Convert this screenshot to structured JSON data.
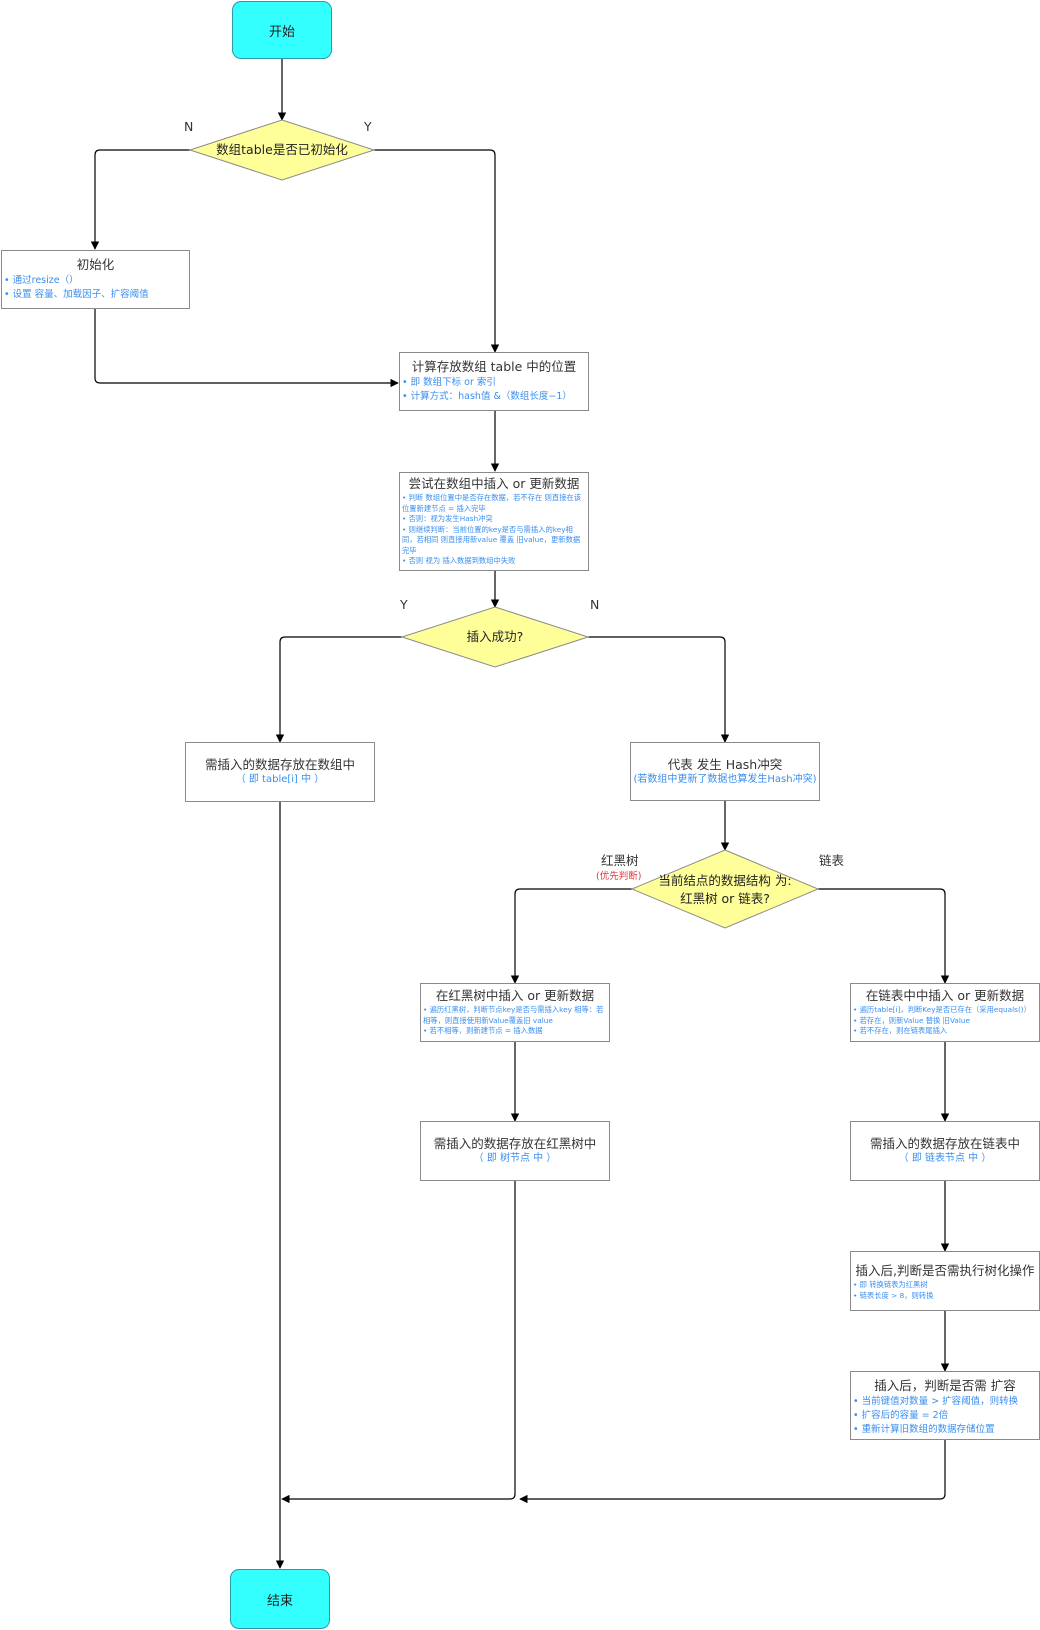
{
  "nodes": {
    "start": "开始",
    "decision_init": "数组table是否已初始化",
    "init": {
      "title": "初始化",
      "items": [
        "通过resize（）",
        "设置 容量、加载因子、扩容阈值"
      ]
    },
    "calc": {
      "title": "计算存放数组 table 中的位置",
      "items": [
        "即 数组下标 or 索引",
        "计算方式：hash值 &（数组长度−1）"
      ]
    },
    "try_insert": {
      "title": "尝试在数组中插入 or 更新数据",
      "items": [
        "判断 数组位置中是否存在数据，若不存在 则直接在该位置新建节点 = 插入完毕",
        "否则：视为发生Hash冲突",
        "则继续判断：当前位置的key是否与需插入的key相同，若相同 则直接用新value 覆盖 旧value，更新数据完毕",
        "否则 视为 插入数据到数组中失败"
      ]
    },
    "decision_success": "插入成功?",
    "store_array": {
      "title": "需插入的数据存放在数组中",
      "sub": "（ 即 table[i] 中 ）"
    },
    "hash_conflict": {
      "title": "代表 发生 Hash冲突",
      "sub": "(若数组中更新了数据也算发生Hash冲突)"
    },
    "decision_struct": {
      "line1": "当前结点的数据结构 为:",
      "line2": "红黑树 or 链表?"
    },
    "rb_insert": {
      "title": "在红黑树中插入 or 更新数据",
      "items": [
        "遍历红黑树，判断节点key是否与需插入key 相等：若相等，则直接使用新Value覆盖旧 value",
        "若不相等，则新建节点 = 插入数据"
      ]
    },
    "list_insert": {
      "title": "在链表中中插入 or 更新数据",
      "items": [
        "遍历table[i]，判断Key是否已存在（采用equals()）",
        "若存在，则新Value 替换 旧Value",
        "若不存在，则在链表尾插入"
      ]
    },
    "store_rb": {
      "title": "需插入的数据存放在红黑树中",
      "sub": "（ 即 树节点 中 ）"
    },
    "store_list": {
      "title": "需插入的数据存放在链表中",
      "sub": "（ 即 链表节点 中 ）"
    },
    "treeify": {
      "title": "插入后,判断是否需执行树化操作",
      "items": [
        "即 转换链表为红黑树",
        "链表长度 > 8，则转换"
      ]
    },
    "resize": {
      "title": "插入后，判断是否需 扩容",
      "items": [
        "当前键值对数量 > 扩容阈值，则转换",
        "扩容后的容量 = 2倍",
        "重新计算旧数组的数据存储位置"
      ]
    },
    "end": "结束"
  },
  "edge_labels": {
    "init_no": "N",
    "init_yes": "Y",
    "success_yes": "Y",
    "success_no": "N",
    "rb_tree": "红黑树",
    "rb_priority": "(优先判断)",
    "linked_list": "链表"
  },
  "colors": {
    "terminal_fill": "#33ffff",
    "decision_fill": "#ffff99",
    "bullet_text": "#3a8ef0",
    "priority_text": "#e23a3a"
  }
}
